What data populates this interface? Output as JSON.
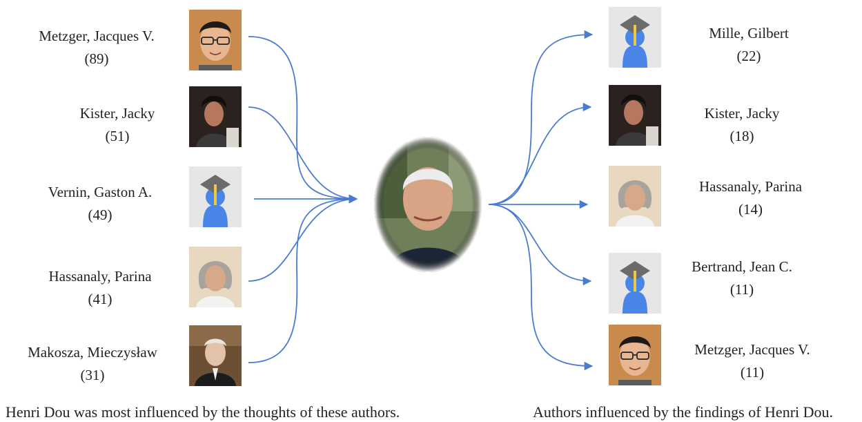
{
  "center": {
    "name": "Henri Dou",
    "photo": "elderly-man-portrait"
  },
  "influencers": [
    {
      "name": "Metzger, Jacques V.",
      "count": "(89)",
      "photo": "man-glasses-portrait"
    },
    {
      "name": "Kister, Jacky",
      "count": "(51)",
      "photo": "man-dark-hair-portrait"
    },
    {
      "name": "Vernin, Gaston A.",
      "count": "(49)",
      "photo": "graduate-placeholder-icon"
    },
    {
      "name": "Hassanaly, Parina",
      "count": "(41)",
      "photo": "woman-gray-hair-portrait"
    },
    {
      "name": "Makosza, Mieczysław",
      "count": "(31)",
      "photo": "elderly-man-suit-portrait"
    }
  ],
  "influenced": [
    {
      "name": "Mille, Gilbert",
      "count": "(22)",
      "photo": "graduate-placeholder-icon"
    },
    {
      "name": "Kister, Jacky",
      "count": "(18)",
      "photo": "man-dark-hair-portrait"
    },
    {
      "name": "Hassanaly, Parina",
      "count": "(14)",
      "photo": "woman-gray-hair-portrait"
    },
    {
      "name": "Bertrand, Jean C.",
      "count": "(11)",
      "photo": "graduate-placeholder-icon"
    },
    {
      "name": "Metzger, Jacques V.",
      "count": "(11)",
      "photo": "man-glasses-portrait"
    }
  ],
  "captions": {
    "left": "Henri Dou was most influenced by the thoughts of these authors.",
    "right": "Authors influenced by the findings of Henri Dou."
  },
  "colors": {
    "arrow": "#4a7bd0",
    "placeholder_bg": "#e6e6e6",
    "placeholder_body": "#4a86e8",
    "placeholder_cap": "#6b6b6b"
  }
}
